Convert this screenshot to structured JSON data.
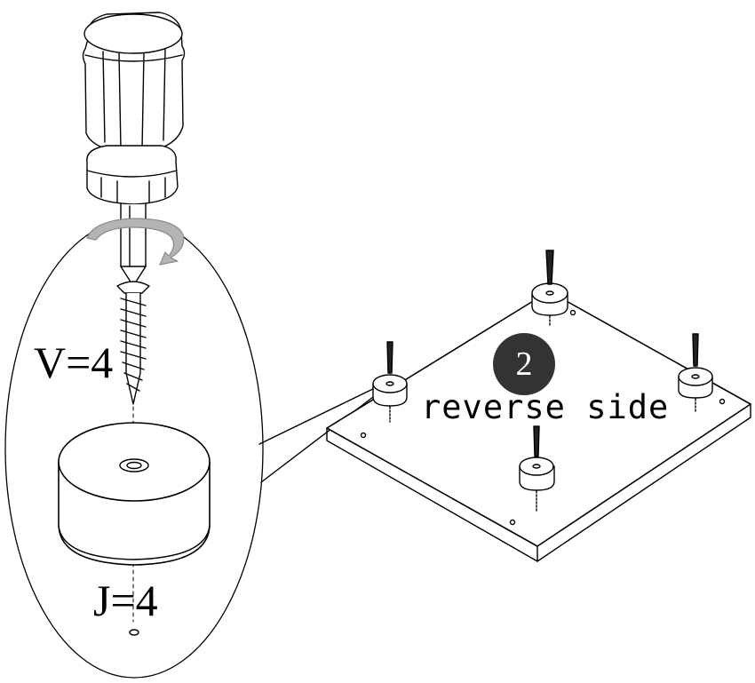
{
  "labels": {
    "screw_count": "V=4",
    "foot_count": "J=4",
    "side_note": "reverse side"
  },
  "step": {
    "number": "2",
    "badge_color": "#333333"
  },
  "icons": {
    "rotation": "rotation-arrow-icon",
    "tool": "screwdriver-icon"
  },
  "colors": {
    "line": "#000000",
    "arrow": "#8a8a8a",
    "background": "#ffffff"
  }
}
